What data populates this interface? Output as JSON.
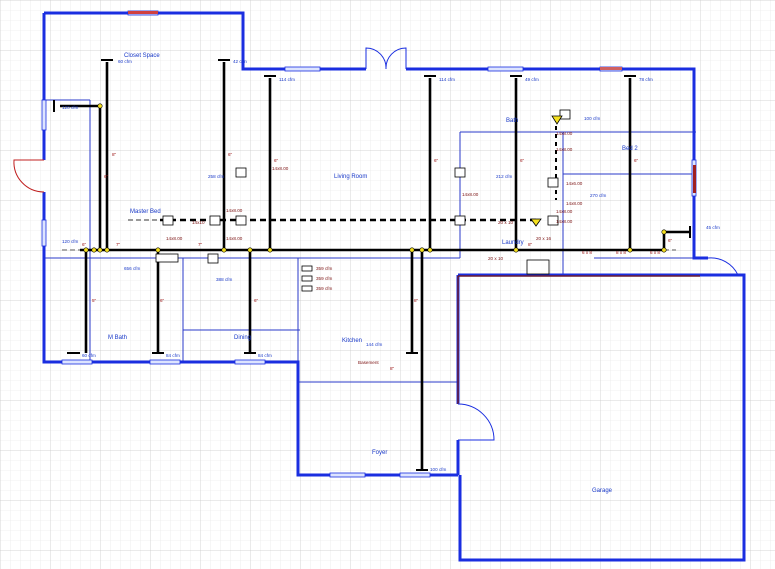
{
  "rooms": {
    "closet_space": "Closet Space",
    "living_room": "Living Room",
    "bath": "Bath",
    "bed2": "Bed 2",
    "master_bed": "Master Bed",
    "laundry": "Laundry",
    "m_bath": "M Bath",
    "dining": "Dining",
    "kitchen": "Kitchen",
    "basement": "Basement",
    "foyer": "Foyer",
    "garage": "Garage"
  },
  "cfm": {
    "closet_left": "60 cfm",
    "closet_right": "42 cfm",
    "top_114a": "114 cfm",
    "top_114b": "114 cfm",
    "top_49": "49 cfm",
    "top_78": "78 cfm",
    "left_wall": "120 cfm",
    "left_low": "120 cfm",
    "mid_258": "258 cfm",
    "bath_100": "100 cfm",
    "bath_212": "212 cfm",
    "bed2_270": "270 cfm",
    "right_wall": "45 cfm",
    "bottom_mbath": "60 cfm",
    "bottom_mid": "84 cfm",
    "bottom_dining": "84 cfm",
    "return_656": "656 cfm",
    "return_388": "388 cfm",
    "stack_1": "359 cfm",
    "stack_2": "359 cfm",
    "stack_3": "359 cfm",
    "kitchen_144": "144 cfm",
    "foyer_100": "100 cfm"
  },
  "sizes": {
    "s1": "14x8.00",
    "s2": "14x10",
    "s3": "14x8.00",
    "s4": "14x8.00",
    "s5": "14x8.00",
    "s6": "14x8.00",
    "s7": "14x8.00",
    "s8": "14x6.00",
    "s9": "14x8.00",
    "s10": "14x8.00",
    "s11": "14x8.00",
    "s12": "20 x 16",
    "s13": "20 x 10",
    "s14": "20 x 10",
    "s15": "14x8.00"
  },
  "duct_dims": {
    "d1": "8\"",
    "d2": "6\"",
    "d3": "6\"",
    "d4": "6\"",
    "d5": "6\"",
    "d6": "6\"",
    "d7": "6\"",
    "d8": "6\"",
    "d9": "5\"",
    "d10": "6\"",
    "d11": "6\"",
    "d12": "6\"",
    "d13": "8\"",
    "d14": "8\"",
    "d15": "7\"",
    "d16": "8\"",
    "d17": "7\"",
    "d18": "6 x 8",
    "d19": "8 x 8",
    "d20": "6 x 8"
  },
  "colors": {
    "wall": "#1a2ee0",
    "interior_wall": "#2a3ac8",
    "duct": "#000000",
    "fitting": "#f5e020",
    "label_blue": "#1838c8",
    "label_red": "#9a1010",
    "garage_wall": "#6a1a30",
    "door_red": "#c02020",
    "grid_minor": "#e1e1e1",
    "grid_major": "#c9c9c9"
  }
}
